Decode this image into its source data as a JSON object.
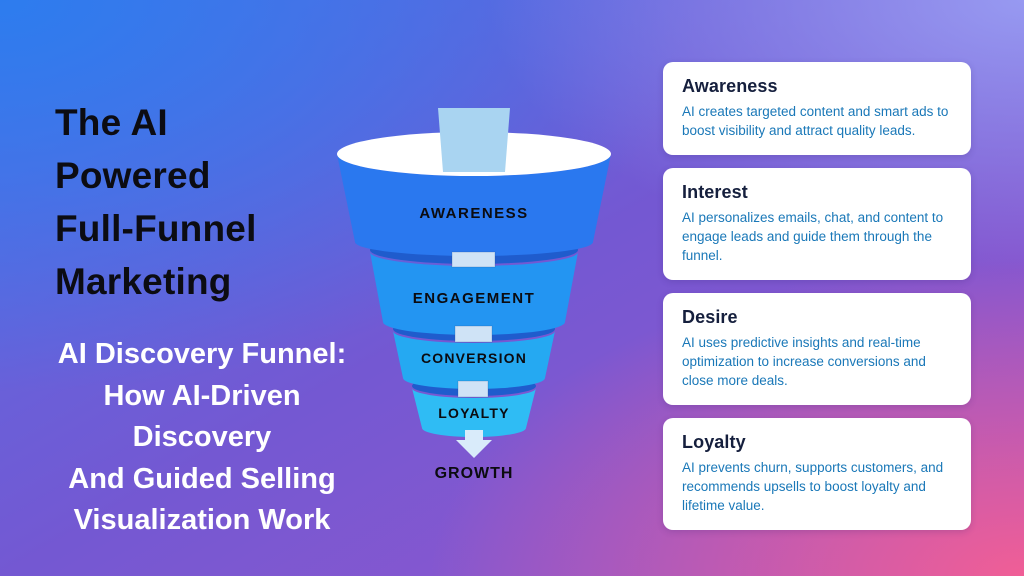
{
  "left_panel": {
    "title": "The AI\nPowered\nFull-Funnel\nMarketing",
    "subtitle": "AI Discovery Funnel:\nHow AI-Driven\nDiscovery\nAnd Guided Selling\nVisualization Work"
  },
  "funnel": {
    "stages": [
      {
        "label": "AWARENESS",
        "color": "#2a78ef"
      },
      {
        "label": "ENGAGEMENT",
        "color": "#2395f2"
      },
      {
        "label": "CONVERSION",
        "color": "#25a9f2"
      },
      {
        "label": "LOYALTY",
        "color": "#2fbcf4"
      }
    ],
    "outcome_label": "GROWTH",
    "rim_color": "#1f5ccd",
    "top_opening_color": "#ffffff",
    "stream_color": "#a9d4f1",
    "tab_color": "#cfe3f6",
    "arrow_color": "#d9ebfa",
    "label_color": "#0b0b10"
  },
  "cards": [
    {
      "title": "Awareness",
      "body": "AI creates targeted content and smart ads to boost visibility and attract quality leads."
    },
    {
      "title": "Interest",
      "body": "AI personalizes emails, chat, and content to engage leads and guide them through the funnel."
    },
    {
      "title": "Desire",
      "body": "AI uses predictive insights and real-time optimization to increase conversions and close more deals."
    },
    {
      "title": "Loyalty",
      "body": "AI prevents churn, supports customers, and recommends upsells to boost loyalty and lifetime value."
    }
  ],
  "theme": {
    "bg_top_left": "#2d7cee",
    "bg_top_right": "#999df3",
    "bg_bottom_left": "#6b51cc",
    "bg_bottom_right": "#f05e96",
    "card_bg": "#ffffff",
    "card_title_color": "#151f3d",
    "card_body_color": "#1a78b8",
    "title_color": "#0c0c12",
    "subtitle_color": "#ffffff"
  }
}
